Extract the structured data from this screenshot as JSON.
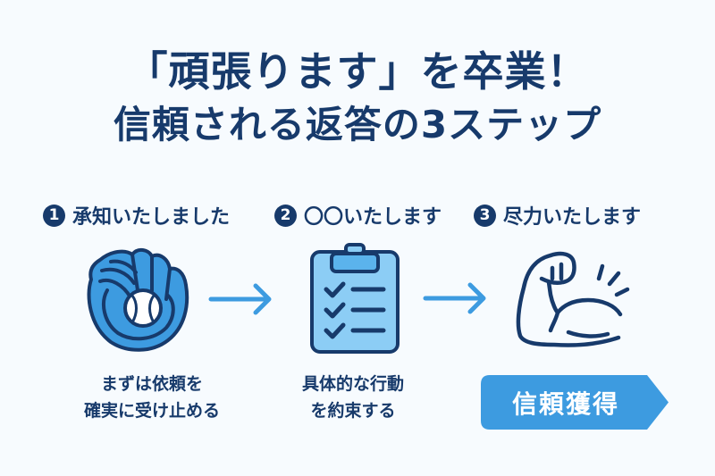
{
  "title": {
    "line1": "「頑張ります」を卒業！",
    "line2": "信頼される返答の3ステップ"
  },
  "colors": {
    "navy": "#173a6b",
    "accent_blue": "#3d9be0",
    "light_blue": "#8ccdf5",
    "background": "#f7fbfe",
    "badge_text": "#ffffff"
  },
  "steps": [
    {
      "number": "1",
      "label": "承知いたしました",
      "icon": "baseball-glove-icon",
      "description_line1": "まずは依頼を",
      "description_line2": "確実に受け止める"
    },
    {
      "number": "2",
      "label": "〇〇いたします",
      "icon": "checklist-clipboard-icon",
      "description_line1": "具体的な行動",
      "description_line2": "を約束する"
    },
    {
      "number": "3",
      "label": "尽力いたします",
      "icon": "flexed-arm-icon",
      "result_badge": "信頼獲得"
    }
  ],
  "arrows": [
    "right-arrow-icon",
    "right-arrow-icon"
  ]
}
